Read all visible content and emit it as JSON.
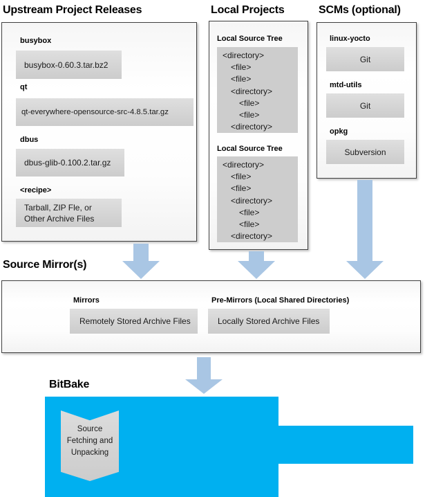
{
  "colors": {
    "accent_blue": "#00B0F0",
    "arrow_blue": "#A9C6E4",
    "frame_border": "#3F3F3F"
  },
  "upstream": {
    "title": "Upstream Project Releases",
    "items": [
      {
        "label": "busybox",
        "box": "busybox-0.60.3.tar.bz2"
      },
      {
        "label": "qt",
        "box": "qt-everywhere-opensource-src-4.8.5.tar.gz"
      },
      {
        "label": "dbus",
        "box": "dbus-glib-0.100.2.tar.gz"
      },
      {
        "label": "<recipe>",
        "box_lines": [
          "Tarball, ZIP Fle, or",
          "Other Archive Files"
        ]
      }
    ]
  },
  "local": {
    "title": "Local Projects",
    "sections": [
      {
        "label": "Local Source Tree",
        "tree": [
          {
            "text": "<directory>",
            "indent": 0
          },
          {
            "text": "<file>",
            "indent": 1
          },
          {
            "text": "<file>",
            "indent": 1
          },
          {
            "text": "<directory>",
            "indent": 1
          },
          {
            "text": "<file>",
            "indent": 2
          },
          {
            "text": "<file>",
            "indent": 2
          },
          {
            "text": "<directory>",
            "indent": 1
          }
        ]
      },
      {
        "label": "Local Source Tree",
        "tree": [
          {
            "text": "<directory>",
            "indent": 0
          },
          {
            "text": "<file>",
            "indent": 1
          },
          {
            "text": "<file>",
            "indent": 1
          },
          {
            "text": "<directory>",
            "indent": 1
          },
          {
            "text": "<file>",
            "indent": 2
          },
          {
            "text": "<file>",
            "indent": 2
          },
          {
            "text": "<directory>",
            "indent": 1
          }
        ]
      }
    ]
  },
  "scms": {
    "title": "SCMs (optional)",
    "items": [
      {
        "label": "linux-yocto",
        "box": "Git"
      },
      {
        "label": "mtd-utils",
        "box": "Git"
      },
      {
        "label": "opkg",
        "box": "Subversion"
      }
    ]
  },
  "mirrors": {
    "title": "Source Mirror(s)",
    "items": [
      {
        "label": "Mirrors",
        "box": "Remotely Stored Archive Files"
      },
      {
        "label": "Pre-Mirrors (Local Shared Directories)",
        "box": "Locally Stored Archive Files"
      }
    ]
  },
  "bitbake": {
    "title": "BitBake",
    "process_lines": [
      "Source",
      "Fetching and",
      "Unpacking"
    ]
  }
}
